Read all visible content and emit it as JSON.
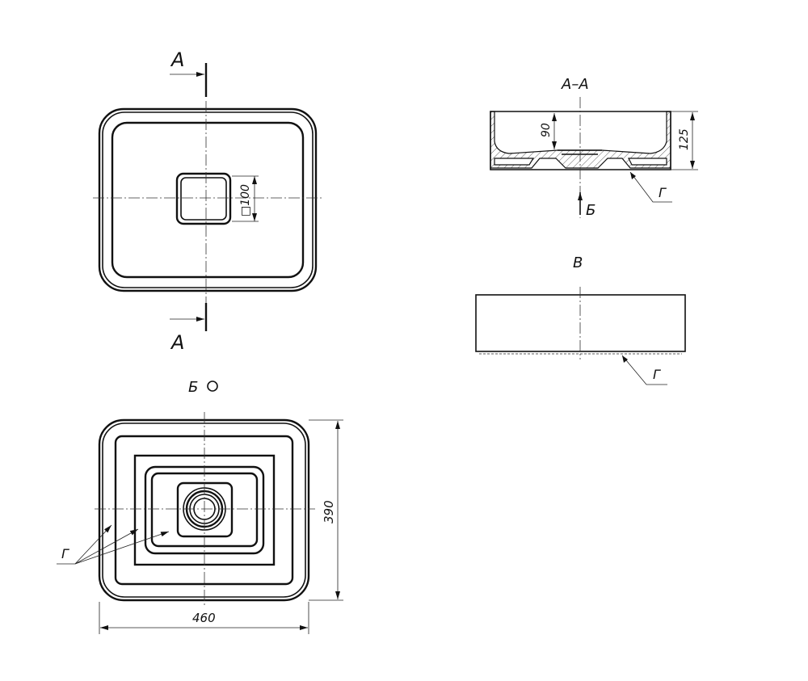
{
  "views": {
    "top": {
      "section_mark_top": "A",
      "section_mark_bottom": "A",
      "drain_dim": "□100"
    },
    "section": {
      "title": "А–А",
      "depth_dim": "90",
      "height_dim": "125",
      "view_arrow_label": "Б",
      "leader_label": "Г"
    },
    "side": {
      "title": "В",
      "leader_label": "Г"
    },
    "bottom": {
      "title": "Б",
      "height_dim": "390",
      "width_dim": "460",
      "leader_label": "Г"
    }
  }
}
